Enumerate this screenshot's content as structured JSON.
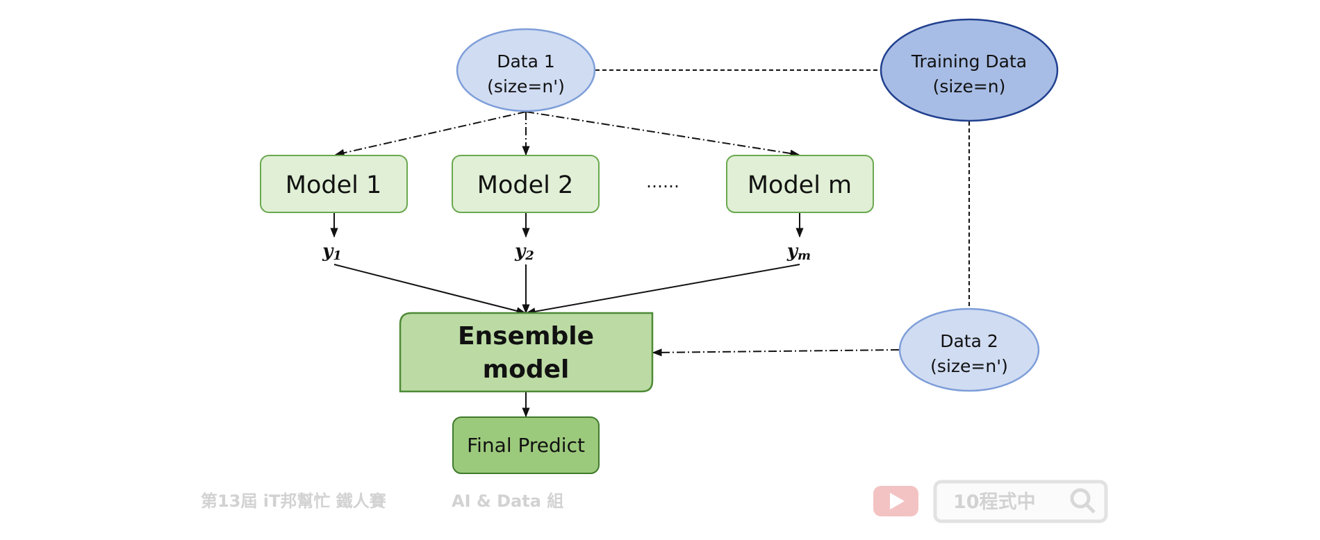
{
  "diagram": {
    "data1": {
      "line1": "Data 1",
      "line2": "(size=n')"
    },
    "training": {
      "line1": "Training Data",
      "line2": "(size=n)"
    },
    "data2": {
      "line1": "Data 2",
      "line2": "(size=n')"
    },
    "models": [
      "Model 1",
      "Model 2",
      "Model m"
    ],
    "ellipsis": "……",
    "outputs": [
      {
        "base": "y",
        "sub": "1"
      },
      {
        "base": "y",
        "sub": "2"
      },
      {
        "base": "y",
        "sub": "m"
      }
    ],
    "ensemble": {
      "line1": "Ensemble",
      "line2": "model"
    },
    "final": "Final Predict"
  },
  "watermark": {
    "event": "第13屆 iT邦幫忙 鐵人賽",
    "group": "AI & Data 組",
    "channel": "10程式中",
    "icons": [
      "youtube-icon",
      "search-icon"
    ]
  },
  "colors": {
    "data_fill": "#d0dcf2",
    "data_stroke": "#7e9ed9",
    "training_fill": "#a8bde5",
    "training_stroke": "#21408f",
    "model_fill": "#e0efd5",
    "model_stroke": "#6aa84f",
    "ensemble_fill": "#bcdba4",
    "ensemble_stroke": "#4d8a36",
    "final_fill": "#9cca7c",
    "final_stroke": "#3f7a2b"
  }
}
